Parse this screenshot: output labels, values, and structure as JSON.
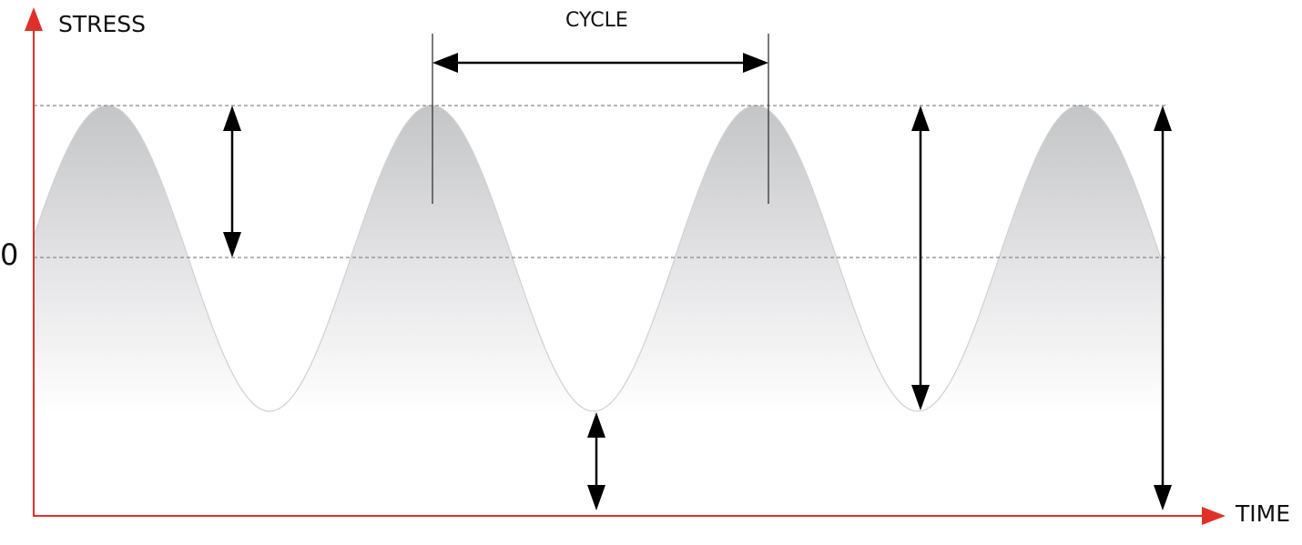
{
  "labels": {
    "y_axis": "STRESS",
    "x_axis": "TIME",
    "zero": "0",
    "cycle": "CYCLE"
  },
  "colors": {
    "axis": "#e0302a",
    "wave_fill_top": "#c4c5c7",
    "wave_fill_bottom": "#ffffff",
    "wave_stroke": "#d0d0d0",
    "dashed_line": "#8a8a8a",
    "arrow": "#000000"
  },
  "wave": {
    "cycles_shown": 3.5,
    "peaks": 4,
    "troughs": 3
  }
}
